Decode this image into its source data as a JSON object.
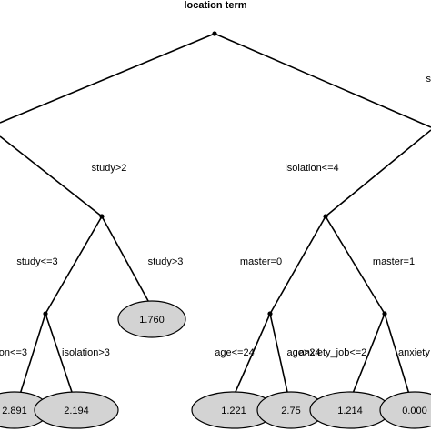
{
  "title": "location term",
  "edge_labels": {
    "root_right": "s",
    "study_gt_2": "study>2",
    "isolation_le_4": "isolation<=4",
    "study_le_3": "study<=3",
    "study_gt_3": "study>3",
    "master_0": "master=0",
    "master_1": "master=1",
    "isolation_le_3": "on<=3",
    "isolation_gt_3": "isolation>3",
    "age_le_24": "age<=24",
    "age_gt_24": "age>24",
    "anxiety_job_le_2": "anxiety_job<=2",
    "anxiety_right": "anxiety"
  },
  "leaves": {
    "leaf_2891": "2.891",
    "leaf_2194": "2.194",
    "leaf_1760": "1.760",
    "leaf_1221": "1.221",
    "leaf_275": "2.75",
    "leaf_1214": "1.214",
    "leaf_0000": "0.000"
  }
}
